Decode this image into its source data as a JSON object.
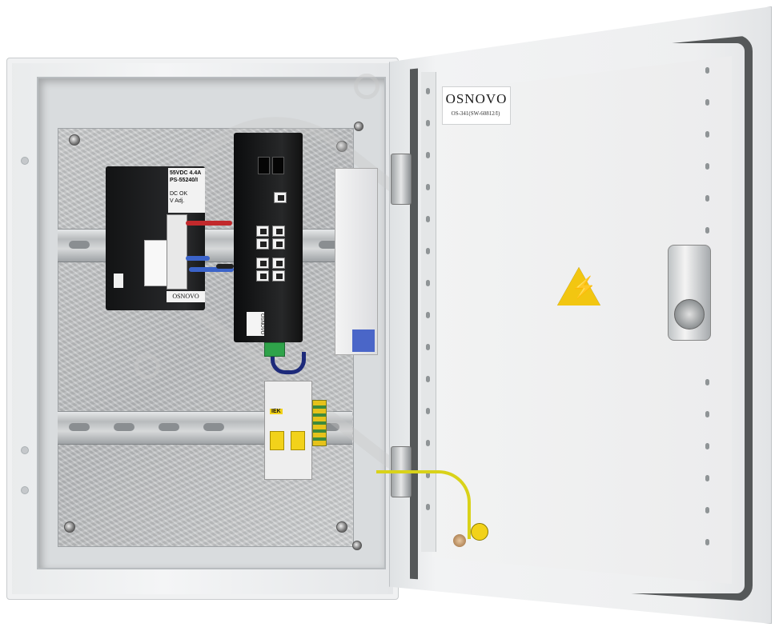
{
  "psu": {
    "voltage_label": "55VDC 4.4A",
    "model_label": "PS-55240/I",
    "dc_ok_label": "DC OK",
    "vadj_label": "V Adj.",
    "brand": "OSNOVO"
  },
  "switch": {
    "brand": "OSNOVO"
  },
  "breaker": {
    "brand": "IEK"
  },
  "door_sticker": {
    "brand": "OSNOVO",
    "model": "OS-341(SW-60812/I)"
  },
  "colors": {
    "cabinet": "#eeeff0",
    "gasket": "#555859",
    "switch_body": "#1c1d1e",
    "warning": "#f2c611",
    "breaker_lever": "#f2d21a"
  },
  "icons": {
    "warning": "high-voltage-warning-icon",
    "ground": "ground-symbol-icon"
  }
}
